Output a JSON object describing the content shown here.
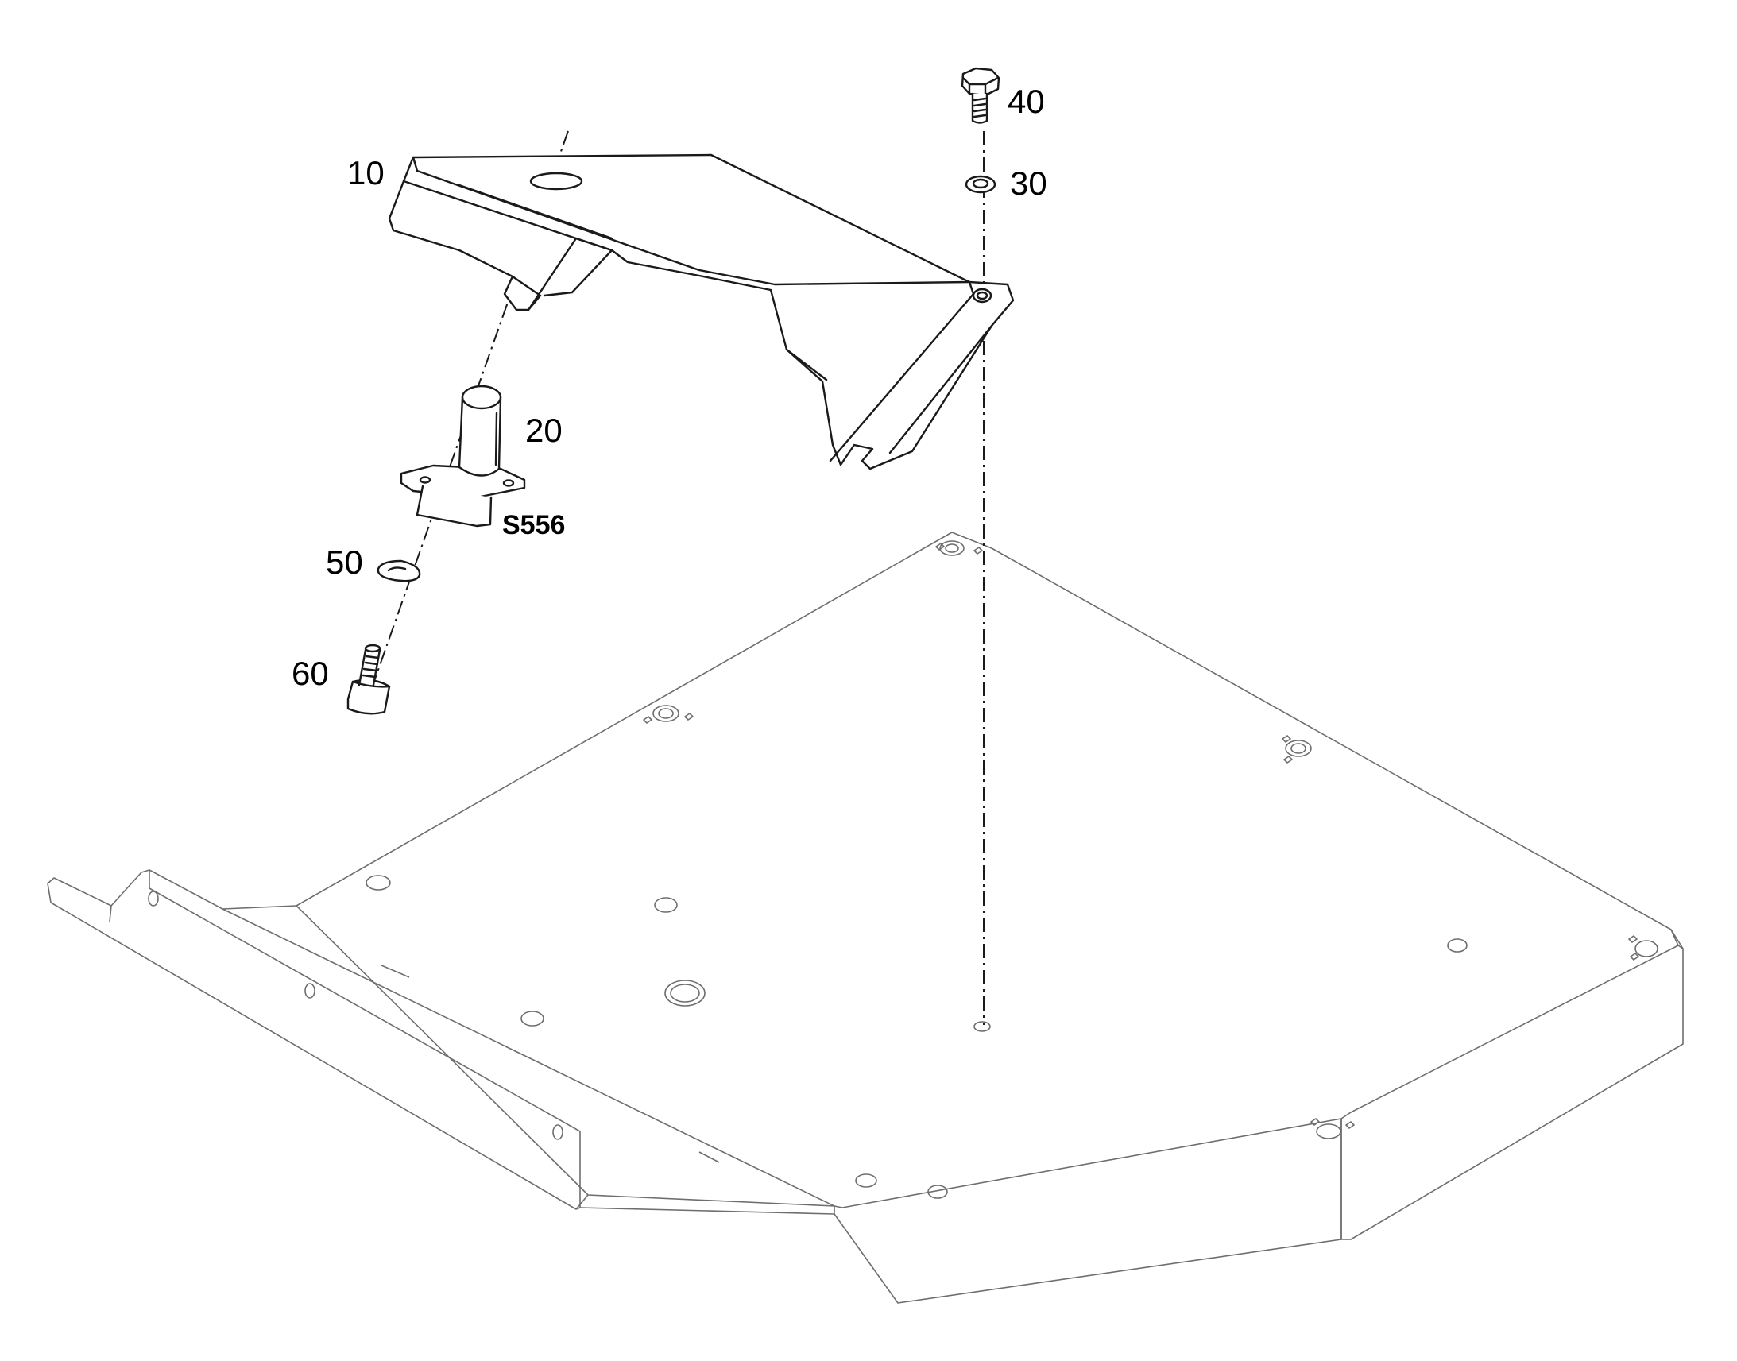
{
  "callouts": {
    "c10": "10",
    "c20": "20",
    "c30": "30",
    "c40": "40",
    "c50": "50",
    "c60": "60",
    "s556": "S556"
  }
}
